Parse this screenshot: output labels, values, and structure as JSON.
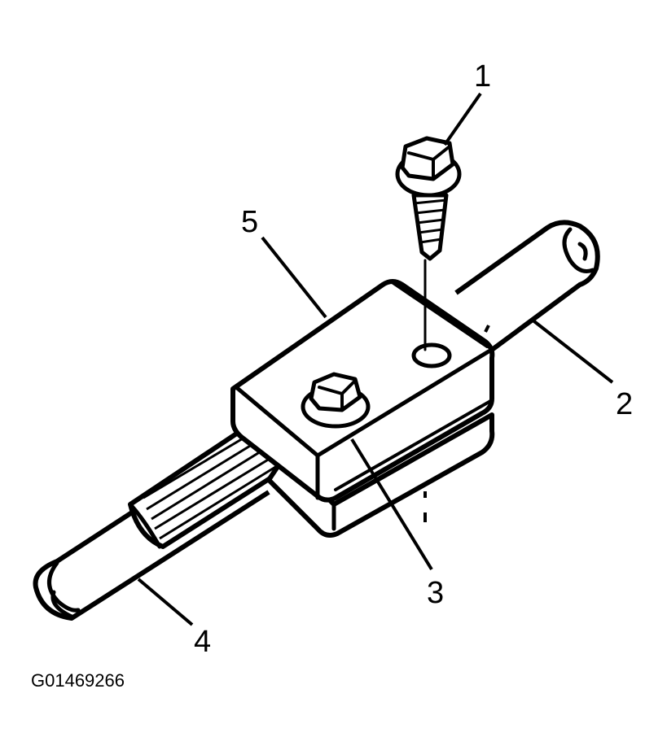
{
  "diagram": {
    "callouts": [
      {
        "id": "1",
        "label": "1"
      },
      {
        "id": "2",
        "label": "2"
      },
      {
        "id": "3",
        "label": "3"
      },
      {
        "id": "4",
        "label": "4"
      },
      {
        "id": "5",
        "label": "5"
      }
    ],
    "figure_id": "G01469266",
    "colors": {
      "ink": "#000000",
      "background": "#ffffff"
    }
  }
}
